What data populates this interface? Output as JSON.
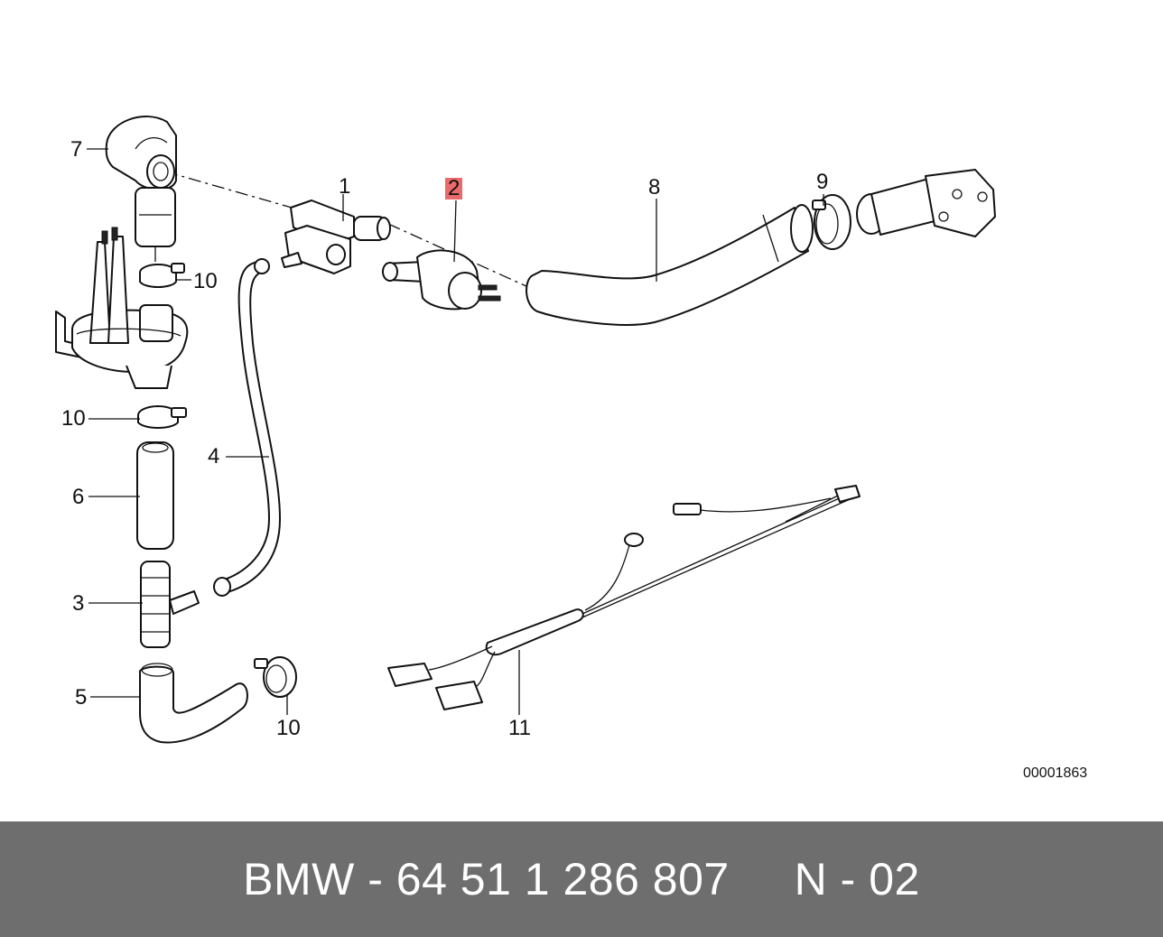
{
  "callouts": {
    "c1": "1",
    "c2": "2",
    "c3": "3",
    "c4": "4",
    "c5": "5",
    "c6": "6",
    "c7": "7",
    "c8": "8",
    "c9": "9",
    "c10a": "10",
    "c10b": "10",
    "c10c": "10",
    "c11": "11"
  },
  "highlight_color": "#e86a6a",
  "reference_number": "00001863",
  "footer": {
    "text": "BMW - 64 51 1 286 807     N - 02",
    "background": "#6e6e6e"
  }
}
